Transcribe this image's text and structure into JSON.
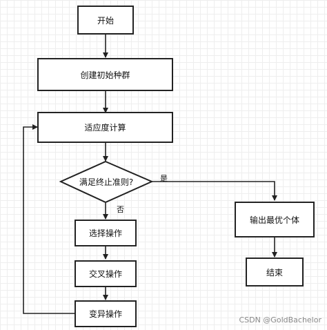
{
  "nodes": {
    "start": "开始",
    "init_population": "创建初始种群",
    "fitness": "适应度计算",
    "condition": "满足终止准则?",
    "selection": "选择操作",
    "crossover": "交叉操作",
    "mutation": "变异操作",
    "output_best": "输出最优个体",
    "end": "结束"
  },
  "edges": {
    "yes": "是",
    "no": "否"
  },
  "watermark": "CSDN @GoldBachelor"
}
